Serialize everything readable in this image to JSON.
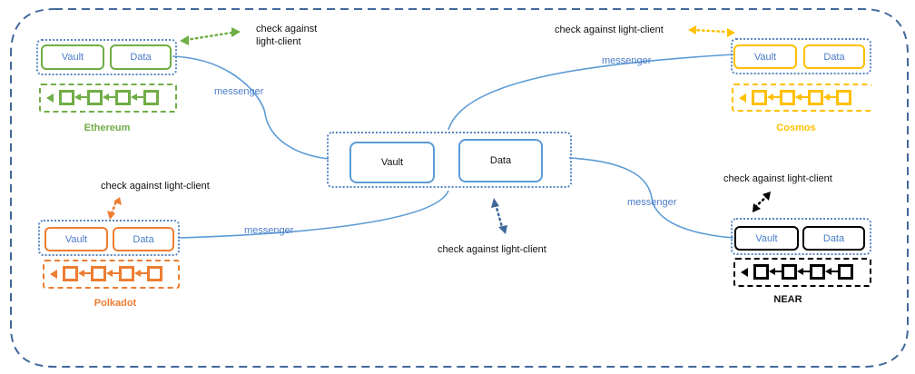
{
  "diagram": {
    "title": "",
    "hub": {
      "vault_label": "Vault",
      "data_label": "Data",
      "check_label": "check against light-client",
      "color": "#5b9bd5"
    },
    "connection_color": "#5b9bd5",
    "outer_border_color": "#41689a",
    "messenger_label": "messenger",
    "chains": [
      {
        "name": "Ethereum",
        "color": "#70ad47",
        "vault_label": "Vault",
        "data_label": "Data",
        "check_label_line1": "check against",
        "check_label_line2": "light-client",
        "blocks": 4
      },
      {
        "name": "Cosmos",
        "color": "#ffc000",
        "vault_label": "Vault",
        "data_label": "Data",
        "check_label": "check against light-client",
        "blocks": 4
      },
      {
        "name": "Polkadot",
        "color": "#ed7d31",
        "vault_label": "Vault",
        "data_label": "Data",
        "check_label": "check against light-client",
        "blocks": 4
      },
      {
        "name": "NEAR",
        "color": "#000000",
        "vault_label": "Vault",
        "data_label": "Data",
        "check_label": "check against light-client",
        "blocks": 4
      }
    ],
    "messenger_labels": [
      "messenger",
      "messenger",
      "messenger",
      "messenger"
    ]
  }
}
